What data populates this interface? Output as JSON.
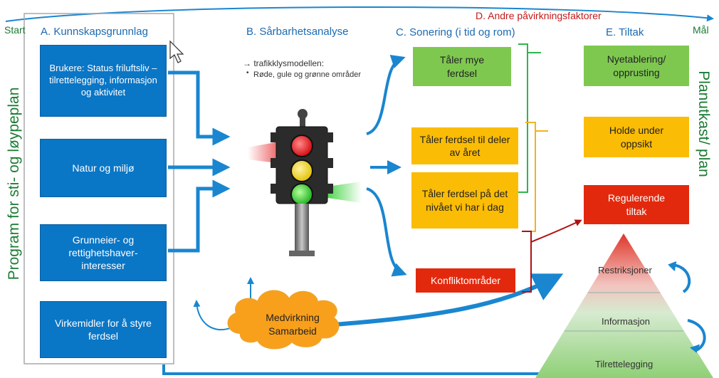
{
  "start_label": "Start",
  "goal_label": "Mål",
  "top_factor": "D. Andre påvirkningsfaktorer",
  "left_vertical": "Program for sti- og løypeplan",
  "right_vertical": "Planutkast/ plan",
  "colA": {
    "title": "A. Kunnskapsgrunnlag",
    "boxes": [
      "Brukere: Status friluftsliv – tilrettelegging, informasjon og  aktivitet",
      "Natur og miljø",
      "Grunneier- og rettighetshaver-interesser",
      "Virkemidler for å styre ferdsel"
    ]
  },
  "colB": {
    "title": "B. Sårbarhetsanalyse",
    "model": "→ trafikklysmodellen:",
    "bullet": "Røde, gule og grønne områder"
  },
  "colC": {
    "title": "C. Sonering (i tid og rom)",
    "boxes": [
      "Tåler mye ferdsel",
      "Tåler ferdsel  til deler av året",
      "Tåler ferdsel på det nivået vi har i dag",
      "Konfliktområder"
    ]
  },
  "colE": {
    "title": "E. Tiltak",
    "boxes": [
      "Nyetablering/ opprusting",
      "Holde under oppsikt",
      "Regulerende tiltak"
    ]
  },
  "cloud": {
    "line1": "Medvirkning",
    "line2": "Samarbeid"
  },
  "pyramid": [
    "Restriksjoner",
    "Informasjon",
    "Tilrettelegging"
  ],
  "colors": {
    "blue": "#0a76c6",
    "green": "#7ec850",
    "orange": "#fbbc05",
    "red": "#e3290d",
    "dark_green": "#1b7c33"
  }
}
